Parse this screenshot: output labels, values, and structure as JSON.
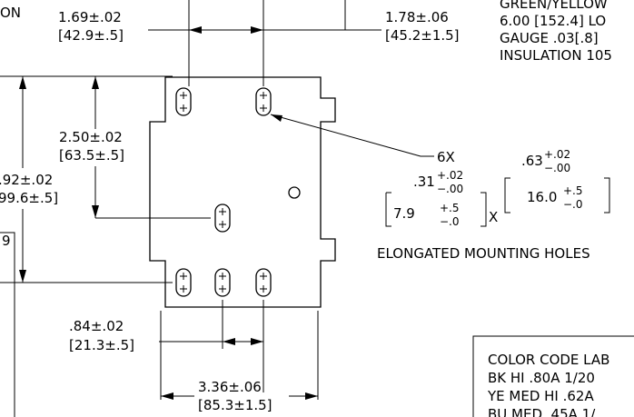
{
  "top_left_fragment": "ON",
  "dims": {
    "d1": {
      "main": "1.69±.02",
      "metric": "[42.9±.5]"
    },
    "d2": {
      "main": "1.78±.06",
      "metric": "[45.2±1.5]"
    },
    "d3": {
      "main": "2.50±.02",
      "metric": "[63.5±.5]"
    },
    "d4": {
      "main": ".92±.02",
      "metric": "99.6±.5]"
    },
    "d5": {
      "main": ".84±.02",
      "metric": "[21.3±.5]"
    },
    "d6": {
      "main": "3.36±.06",
      "metric": "[85.3±1.5]"
    }
  },
  "lead_spec": {
    "line1": "GREEN/YELLOW",
    "line2": "6.00 [152.4] LO",
    "line3": "GAUGE .03[.8]",
    "line4": "INSULATION 105"
  },
  "holes_callout": {
    "count": "6X",
    "width_in": {
      "base": ".31",
      "tol_plus": "+.02",
      "tol_minus": "−.00"
    },
    "width_mm": {
      "base": "7.9",
      "tol_plus": "+.5",
      "tol_minus": "−.0"
    },
    "length_in": {
      "base": ".63",
      "tol_plus": "+.02",
      "tol_minus": "−.00"
    },
    "length_mm": {
      "base": "16.0",
      "tol_plus": "+.5",
      "tol_minus": "−.0"
    },
    "times": "X",
    "caption": "ELONGATED MOUNTING HOLES"
  },
  "left_box_fragment": "9",
  "color_code": {
    "title": "COLOR CODE LAB",
    "row1": "BK HI .80A 1/20",
    "row2": "YE MED HI .62A",
    "row3": "BU MED .45A 1/"
  }
}
